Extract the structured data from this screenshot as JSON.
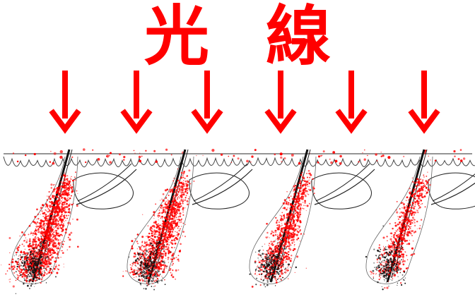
{
  "title": {
    "text_1": "光",
    "text_2": "線",
    "color": "#ff0000"
  },
  "arrows": {
    "count": 6,
    "icon": "down-arrow-icon",
    "color": "#ff0000"
  },
  "hair_follicles": {
    "count": 4,
    "speckle_color": "#ff0000",
    "dark_color": "#111111",
    "outline_color": "#222222",
    "light_levels": [
      1.0,
      0.82,
      0.62,
      0.45
    ]
  }
}
